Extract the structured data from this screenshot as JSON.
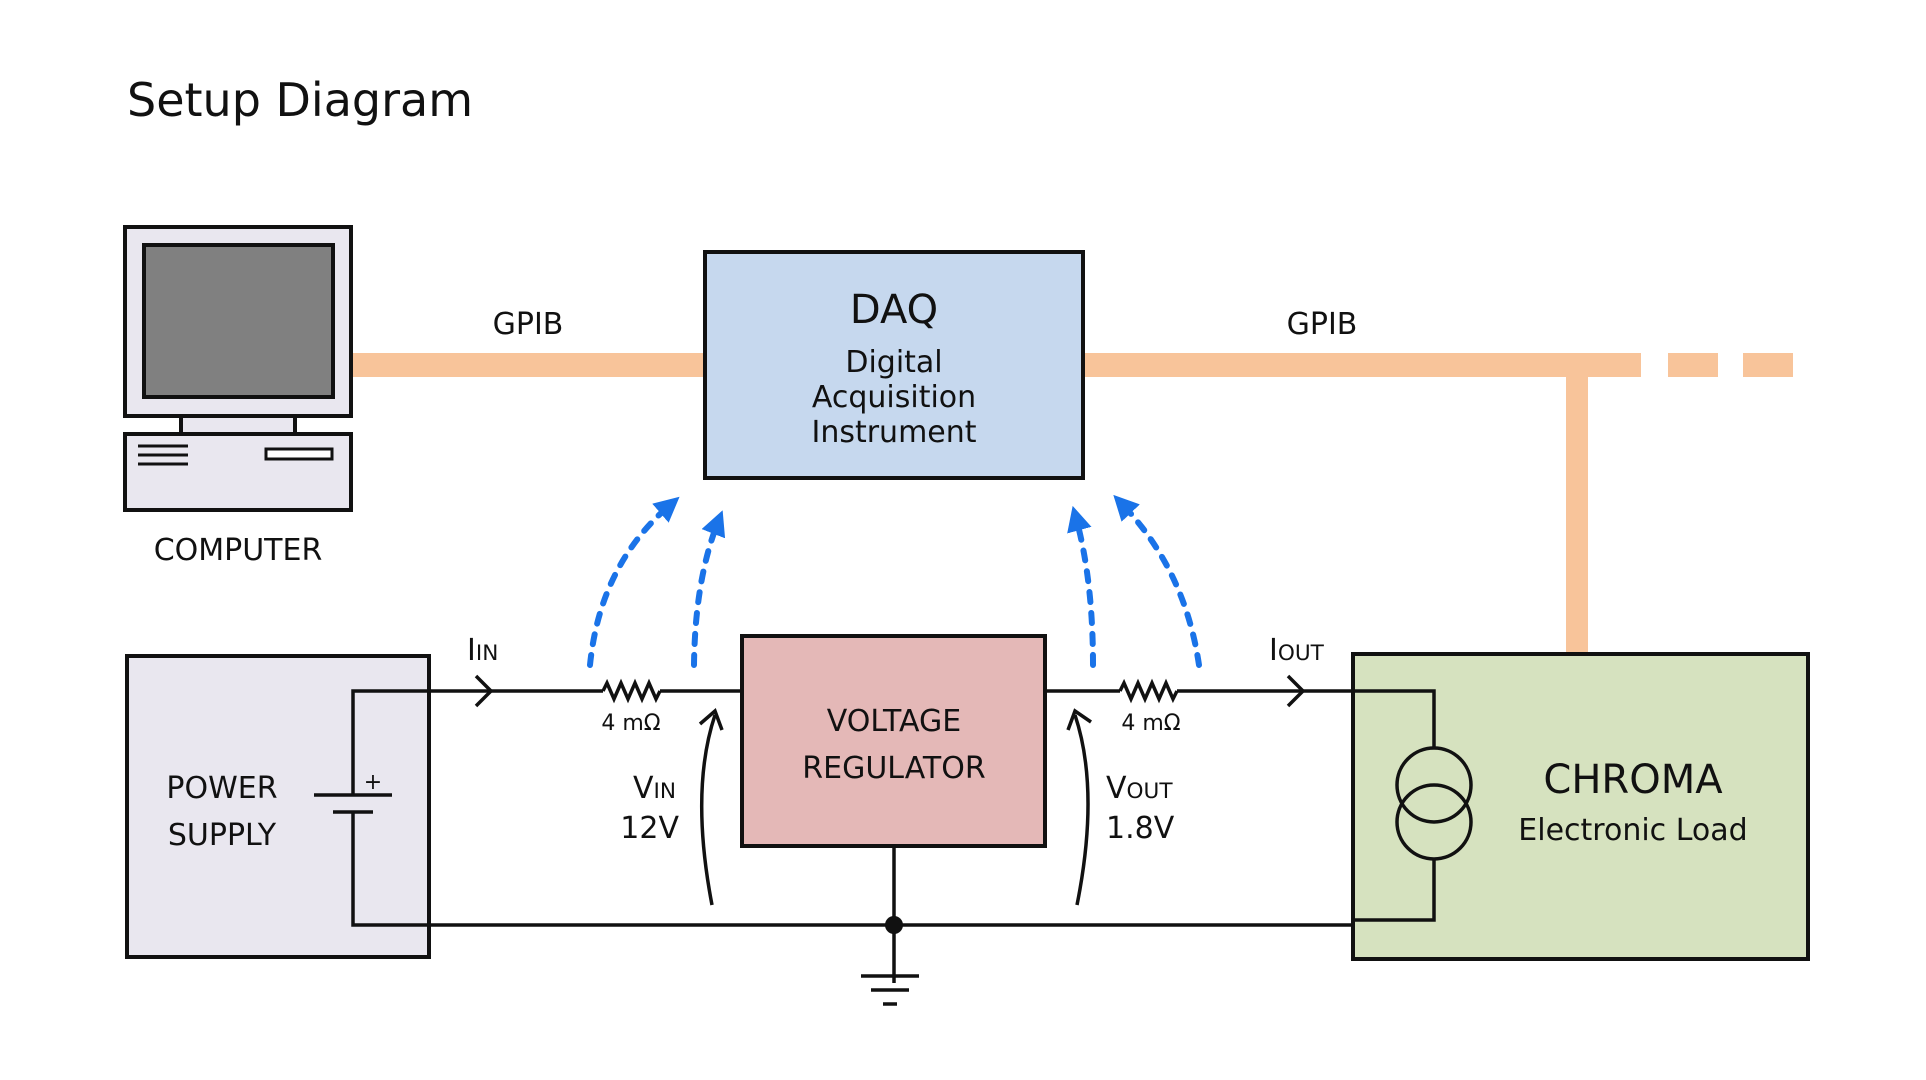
{
  "title": "Setup Diagram",
  "colors": {
    "bus": "#f8c49a",
    "daq_fill": "#c6d8ee",
    "regulator_fill": "#e4b8b7",
    "power_fill": "#e9e7ef",
    "chroma_fill": "#d6e2bf",
    "computer_fill": "#e9e7ef",
    "screen_fill": "#808080",
    "signal_arrow": "#1a73e8",
    "wire": "#111111"
  },
  "computer": {
    "label": "COMPUTER"
  },
  "bus": {
    "left_label": "GPIB",
    "right_label": "GPIB"
  },
  "daq": {
    "title": "DAQ",
    "line1": "Digital",
    "line2": "Acquisition",
    "line3": "Instrument"
  },
  "power_supply": {
    "line1": "POWER",
    "line2": "SUPPLY",
    "polarity": "+"
  },
  "regulator": {
    "line1": "VOLTAGE",
    "line2": "REGULATOR"
  },
  "chroma": {
    "title": "CHROMA",
    "subtitle": "Electronic Load"
  },
  "input": {
    "current_main": "I",
    "current_sub": "IN",
    "resistor": "4 mΩ",
    "voltage_main": "V",
    "voltage_sub": "IN",
    "voltage_value": "12V"
  },
  "output": {
    "current_main": "I",
    "current_sub": "OUT",
    "resistor": "4 mΩ",
    "voltage_main": "V",
    "voltage_sub": "OUT",
    "voltage_value": "1.8V"
  }
}
